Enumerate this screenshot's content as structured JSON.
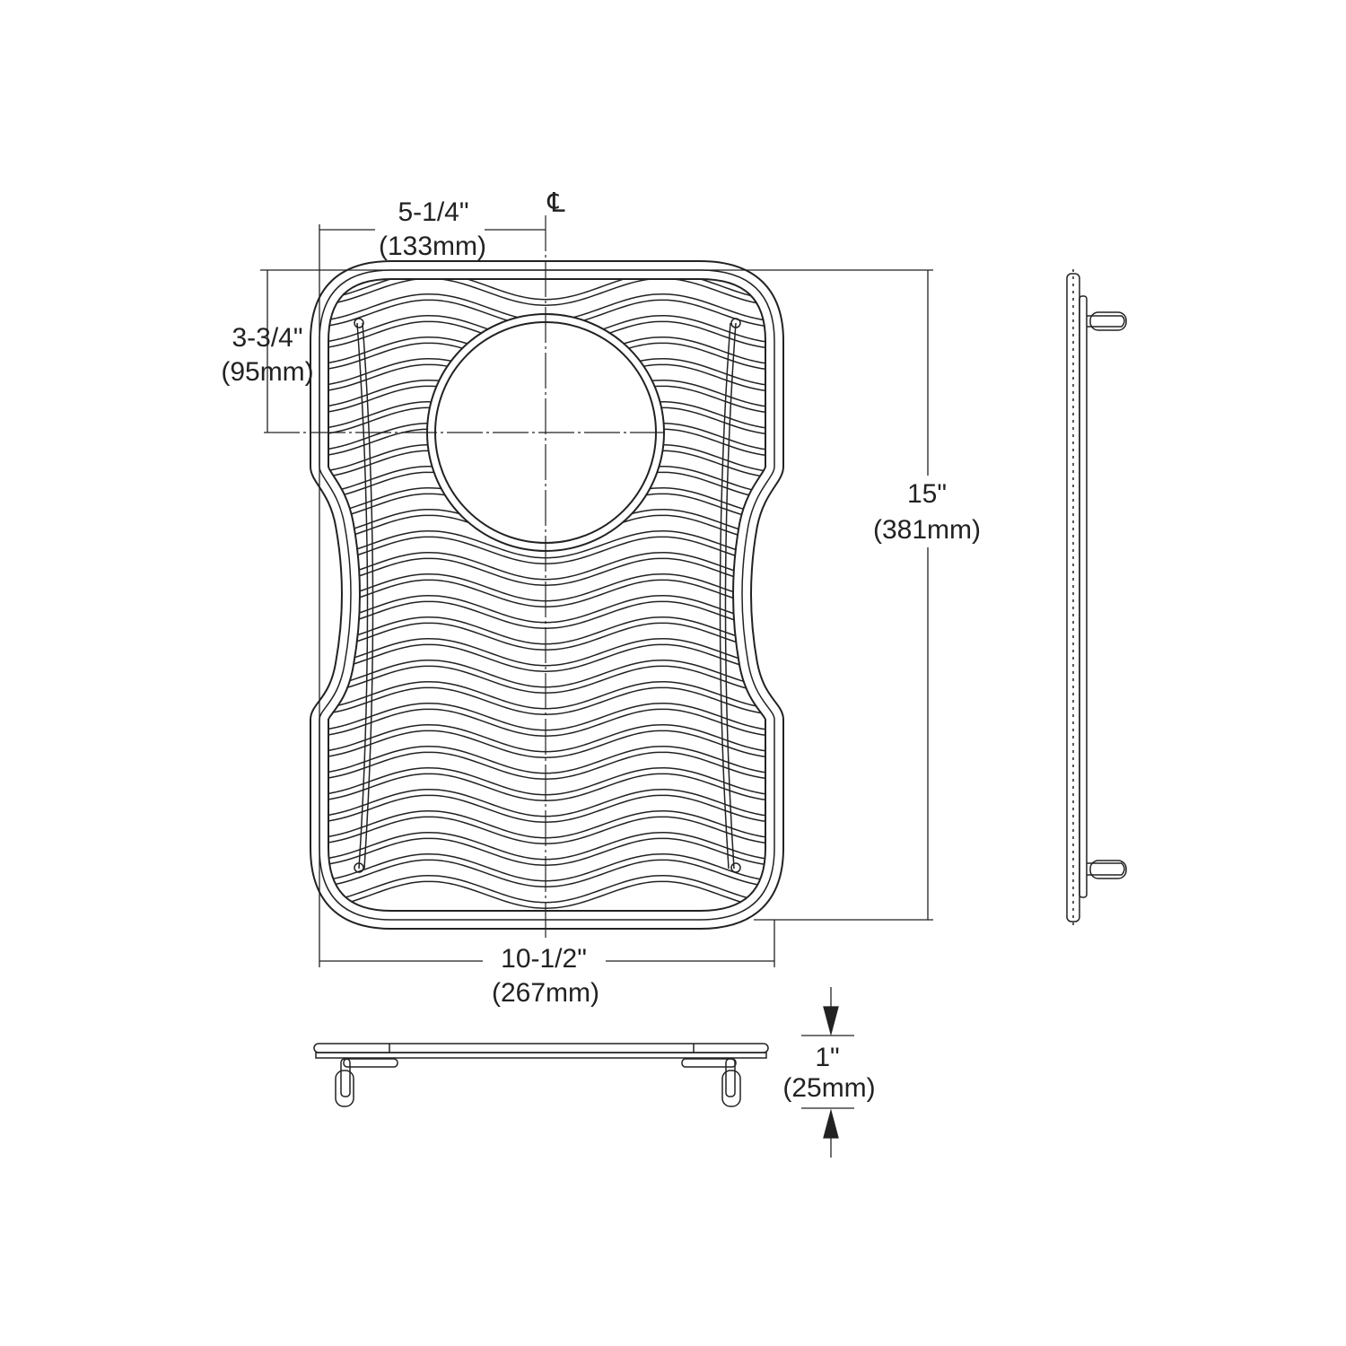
{
  "drawing": {
    "centerline_symbol": "℄",
    "dimensions": {
      "half_width": {
        "imperial": "5-1/4\"",
        "metric": "(133mm)"
      },
      "drain_offset": {
        "imperial": "3-3/4\"",
        "metric": "(95mm)"
      },
      "length": {
        "imperial": "15\"",
        "metric": "(381mm)"
      },
      "width": {
        "imperial": "10-1/2\"",
        "metric": "(267mm)"
      },
      "height": {
        "imperial": "1\"",
        "metric": "(25mm)"
      }
    },
    "line_color": "#222222"
  }
}
